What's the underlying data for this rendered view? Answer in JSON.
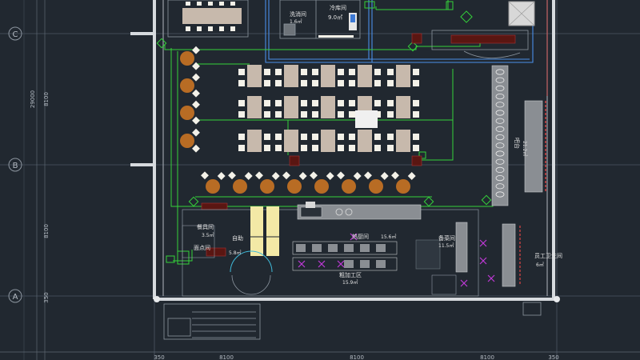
{
  "grid": {
    "rows": [
      {
        "label": "C"
      },
      {
        "label": "B"
      },
      {
        "label": "A"
      }
    ]
  },
  "dimensions": {
    "left_overall": "29000",
    "left_upper": "8100",
    "left_lower": "8100",
    "left_bottom": "350",
    "bottom": [
      "350",
      "8100",
      "8100",
      "8100",
      "350"
    ]
  },
  "rooms": {
    "cold_room": {
      "name": "冷库间",
      "area": "9.0㎡"
    },
    "wash": {
      "name": "洗消间",
      "area": "1.6㎡"
    },
    "buffet": {
      "name": "自助",
      "area": ""
    },
    "dish": {
      "name": "餐具间",
      "area": "3.5㎡"
    },
    "hot_kitchen": {
      "name": "热厨间",
      "area": "15.6㎡"
    },
    "pastry": {
      "name": "面点间",
      "area": "5.8㎡"
    },
    "processing": {
      "name": "粗加工区",
      "area": "15.9㎡"
    },
    "prep": {
      "name": "备菜间",
      "area": "11.5㎡"
    },
    "staff": {
      "name": "员工卫生间",
      "area": "6㎡"
    },
    "bar": {
      "name": "吧台",
      "area": "21.2㎡"
    }
  },
  "colors": {
    "background": "#212830",
    "wall": "#d6dade",
    "gridline": "#4c5663",
    "dim_text": "#b5bcc4",
    "pipe_green": "#35d23a",
    "pipe_blue": "#4a8fe8",
    "table": "#c7b9ac",
    "chair": "#f3f1e8",
    "stool": "#b86c24",
    "equipment": "#8a8e93",
    "dark_accent": "#5a1612",
    "highlight": "#f3e9a6",
    "magenta": "#c03ad8",
    "red": "#e04545"
  }
}
